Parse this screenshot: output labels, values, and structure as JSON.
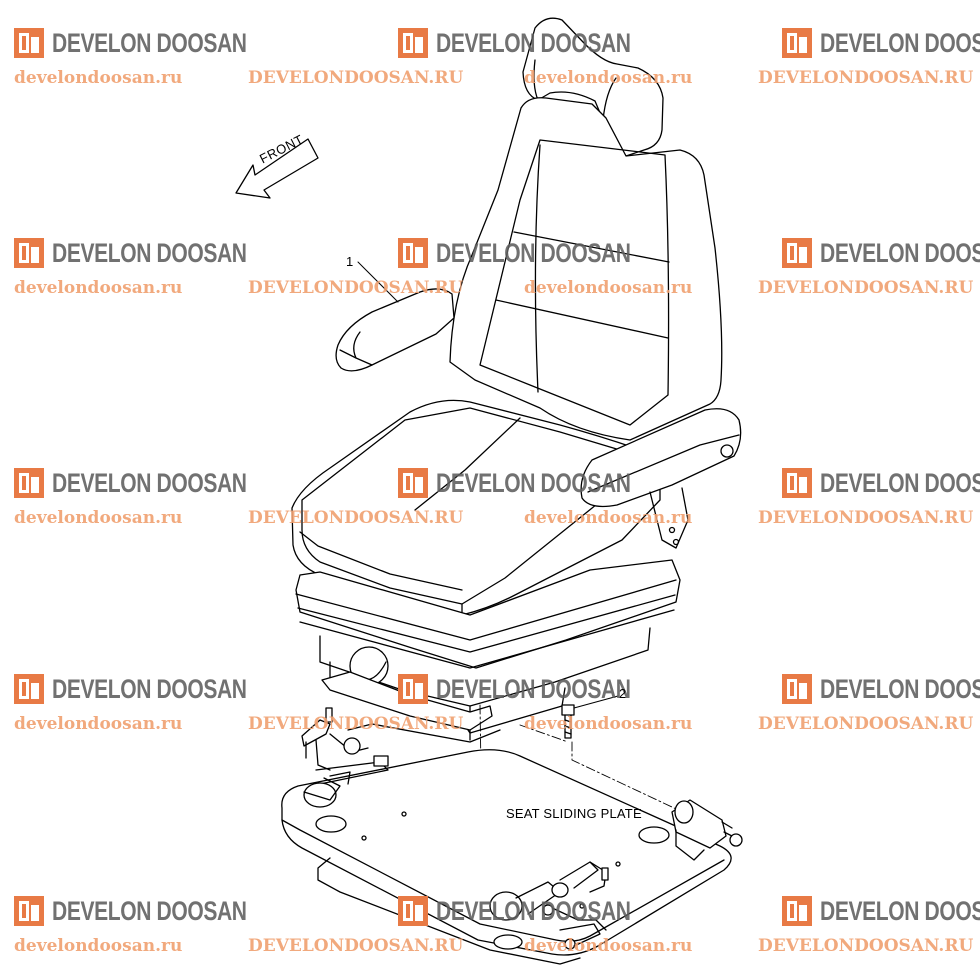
{
  "watermark": {
    "brand": "DEVELON DOOSAN",
    "site_lower": "develondoosan.ru",
    "site_upper": "DEVELONDOOSAN.RU",
    "colors": {
      "brand_text": "#5e5e5e",
      "logo": "#e87a45",
      "site_text": "#f0a070"
    },
    "icon": "develon-logo-icon"
  },
  "diagram": {
    "front_label": "FRONT",
    "callouts": [
      "1",
      "2"
    ],
    "plate_label": "SEAT SLIDING PLATE",
    "colors": {
      "line": "#000000",
      "background": "#ffffff"
    }
  }
}
